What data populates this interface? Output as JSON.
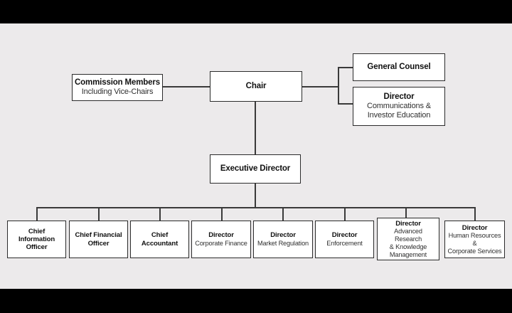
{
  "figure": {
    "background_color": "#ECEAEB",
    "letterbox_color": "#000000",
    "box_fill": "#FFFFFF",
    "box_border": "#2B2B2B",
    "connector_color": "#3A3A3A"
  },
  "nodes": {
    "commission_members": {
      "title": "Commission Members",
      "subtitle": "Including Vice-Chairs"
    },
    "chair": {
      "title": "Chair",
      "subtitle": ""
    },
    "general_counsel": {
      "title": "General Counsel",
      "subtitle": ""
    },
    "communications": {
      "title": "Director",
      "subtitle": "Communications &\nInvestor Education"
    },
    "executive_director": {
      "title": "Executive Director",
      "subtitle": ""
    }
  },
  "divisions": [
    {
      "title": "Chief Information",
      "title2": "Officer",
      "subtitle": ""
    },
    {
      "title": "Chief Financial",
      "title2": "Officer",
      "subtitle": ""
    },
    {
      "title": "Chief",
      "title2": "Accountant",
      "subtitle": ""
    },
    {
      "title": "Director",
      "title2": "",
      "subtitle": "Corporate Finance"
    },
    {
      "title": "Director",
      "title2": "",
      "subtitle": "Market Regulation"
    },
    {
      "title": "Director",
      "title2": "",
      "subtitle": "Enforcement"
    },
    {
      "title": "Director",
      "title2": "",
      "subtitle": "Advanced Research\n& Knowledge\nManagement"
    },
    {
      "title": "Director",
      "title2": "",
      "subtitle": "Human Resources &\nCorporate Services"
    }
  ]
}
